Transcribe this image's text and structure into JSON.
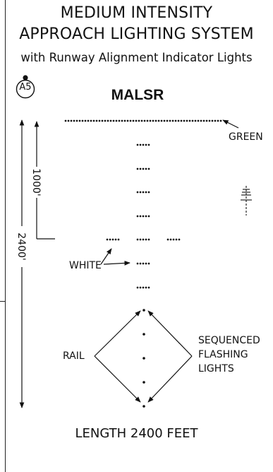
{
  "title": {
    "line1": "MEDIUM INTENSITY",
    "line2": "APPROACH LIGHTING SYSTEM",
    "subtitle": "with Runway Alignment Indicator Lights"
  },
  "badge_label": "A5",
  "system_code": "MALSR",
  "labels": {
    "green": "GREEN",
    "white": "WHITE",
    "rail": "RAIL",
    "sequenced_flashing_lights": [
      "SEQUENCED",
      "FLASHING",
      "LIGHTS"
    ]
  },
  "dimensions": {
    "short": "1000'",
    "long": "2400'"
  },
  "footer": "LENGTH 2400 FEET",
  "colors": {
    "ink": "#111111",
    "background": "#ffffff"
  }
}
